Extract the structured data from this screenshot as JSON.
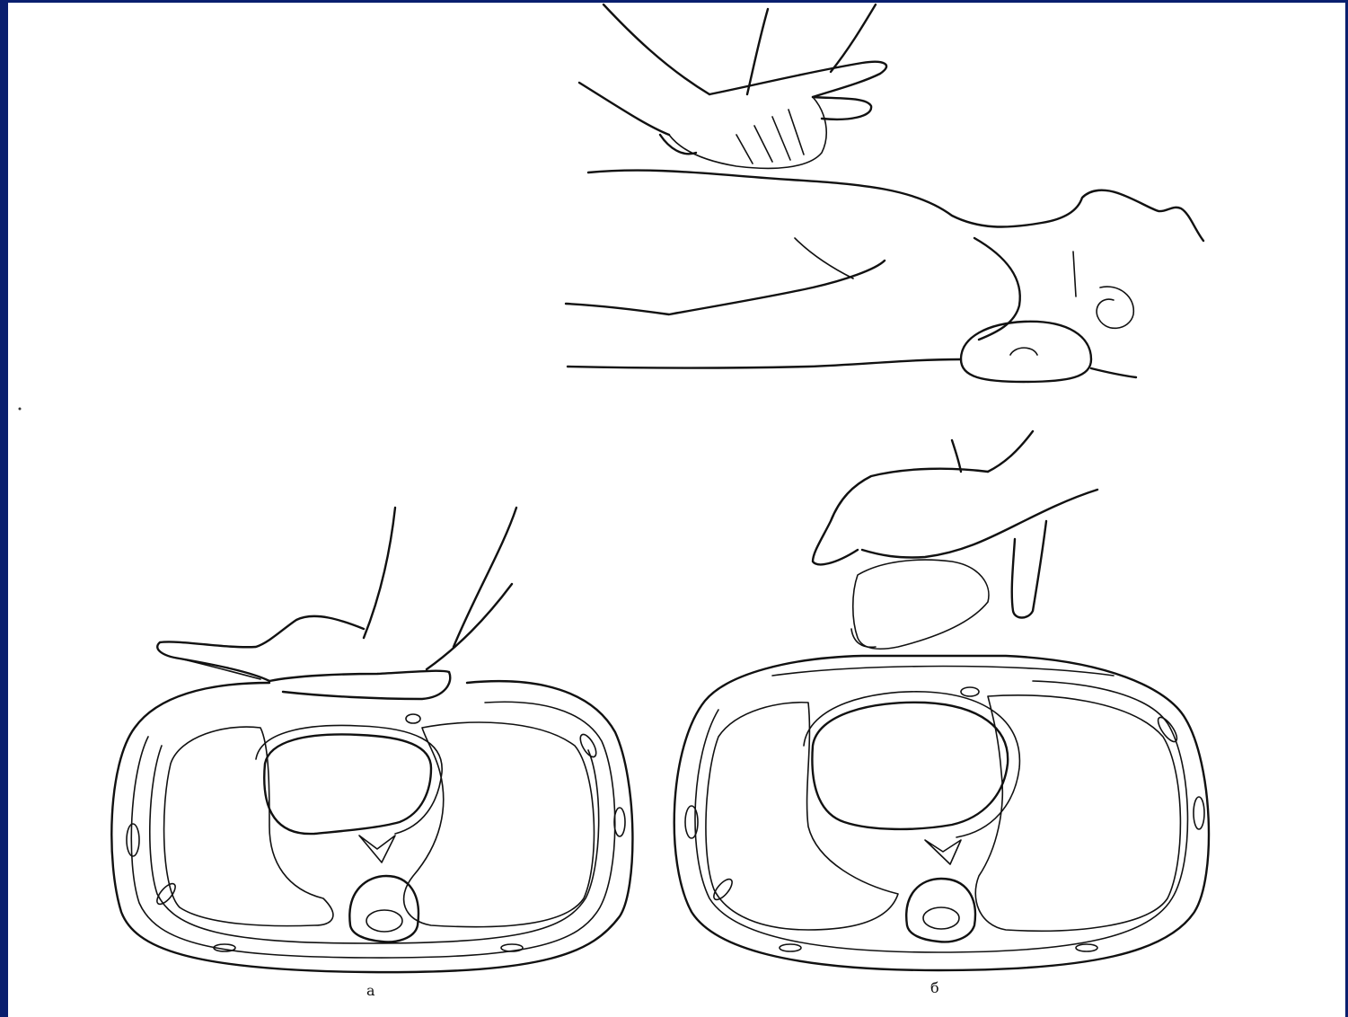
{
  "slide": {
    "frame_color": "#0a1f6e",
    "background": "#ffffff"
  },
  "figure": {
    "captions": {
      "a": "а",
      "b": "б"
    },
    "panels": [
      {
        "id": "top",
        "depicts": "patient-lying-supine-with-hands-on-chest"
      },
      {
        "id": "a",
        "depicts": "thorax-cross-section-compressed"
      },
      {
        "id": "b",
        "depicts": "thorax-cross-section-released"
      }
    ]
  }
}
